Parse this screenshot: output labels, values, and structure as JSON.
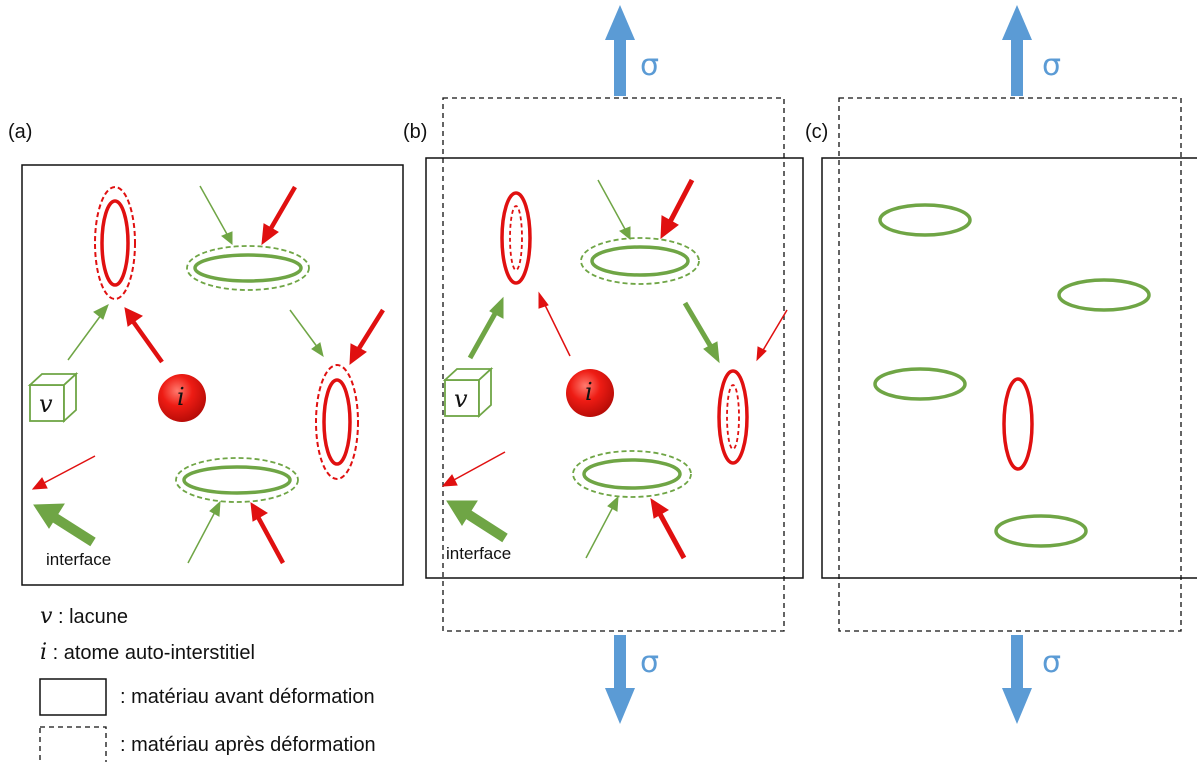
{
  "panels": [
    {
      "label": "(a)",
      "interface_label": "interface",
      "vacancy_symbol": "v",
      "interstitial_symbol": "i"
    },
    {
      "label": "(b)",
      "interface_label": "interface",
      "vacancy_symbol": "v",
      "interstitial_symbol": "i",
      "stress_symbol_top": "σ",
      "stress_symbol_bottom": "σ"
    },
    {
      "label": "(c)",
      "stress_symbol_top": "σ",
      "stress_symbol_bottom": "σ"
    }
  ],
  "legend": {
    "vacancy_symbol": "v",
    "vacancy_text": " : lacune",
    "interstitial_symbol": "i",
    "interstitial_text": " : atome auto-interstitiel",
    "before_text": ": matériau avant déformation",
    "after_text": ": matériau après déformation"
  },
  "colors": {
    "interstitial_red": "#e01010",
    "vacancy_green": "#6fa545",
    "stress_blue": "#5b9bd5",
    "frame": "#111111"
  }
}
